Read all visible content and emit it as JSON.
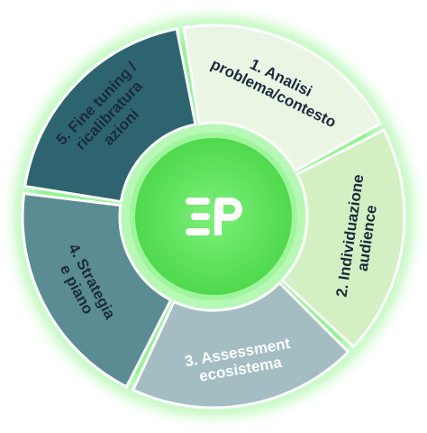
{
  "diagram": {
    "center_logo": {
      "icon": "ep-logo-icon",
      "text": "EP",
      "color": "#5be262",
      "bg": "#ffffff"
    },
    "segments": [
      {
        "lines": [
          "1. Analisi",
          "problema/contesto"
        ],
        "fill": "#eaf5e4",
        "text_color": "#1c2a3e"
      },
      {
        "lines": [
          "2. Individuazione",
          "audience"
        ],
        "fill": "#d3f0c3",
        "text_color": "#1c2a3e"
      },
      {
        "lines": [
          "3. Assessment",
          "ecosistema"
        ],
        "fill": "#a3bdc2",
        "text_color": "#ffffff"
      },
      {
        "lines": [
          "4. Strategia",
          "e piano"
        ],
        "fill": "#5b8c93",
        "text_color": "#1c2a3e"
      },
      {
        "lines": [
          "5. Fine tuning /",
          "ricalibratura",
          "azioni"
        ],
        "fill": "#2d6470",
        "text_color": "#1c2a3e"
      }
    ],
    "colors": {
      "glow": "#8bf58a",
      "separator": "#ffffff",
      "center_ring": "#79e878"
    }
  }
}
